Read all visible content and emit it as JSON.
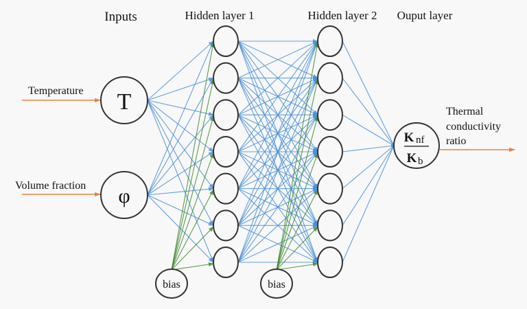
{
  "layers": {
    "inputs_title": "Inputs",
    "hidden1_title": "Hidden layer 1",
    "hidden2_title": "Hidden layer 2",
    "output_title": "Ouput layer"
  },
  "inputs": [
    {
      "label": "Temperature",
      "symbol": "T"
    },
    {
      "label": "Volume fraction",
      "symbol": "φ"
    }
  ],
  "hidden1_count": 7,
  "hidden2_count": 7,
  "bias_label": "bias",
  "output": {
    "numerator": "K",
    "numerator_sub": "nf",
    "denominator": "K",
    "denominator_sub": "b",
    "label_lines": [
      "Thermal",
      "conductivity",
      "ratio"
    ]
  },
  "colors": {
    "weight_edge": "#4a90d9",
    "bias_edge": "#3f8a2e",
    "io_arrow": "#e8823a",
    "node_stroke": "#333333"
  }
}
